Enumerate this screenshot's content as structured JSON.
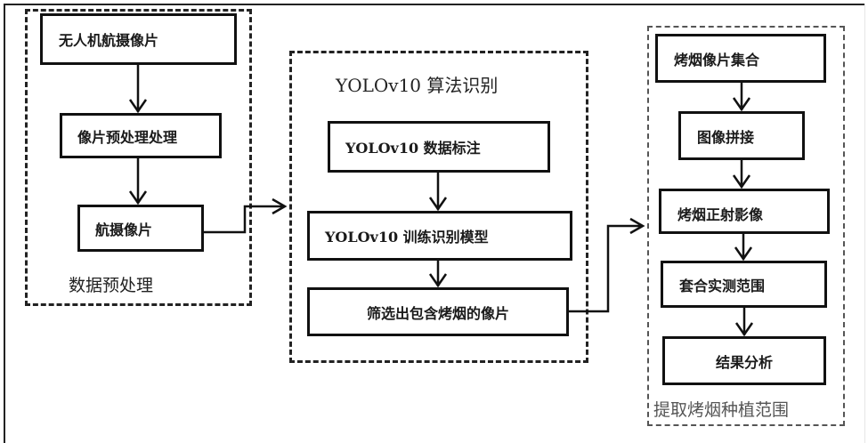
{
  "diagram": {
    "groups": [
      {
        "id": "preprocess",
        "label": "数据预处理",
        "steps": [
          "无人机航摄像片",
          "像片预处理处理",
          "航摄像片"
        ]
      },
      {
        "id": "yolo",
        "label": "YOLOv10 算法识别",
        "steps": [
          "YOLOv10 数据标注",
          "YOLOv10 训练识别模型",
          "筛选出包含烤烟的像片"
        ]
      },
      {
        "id": "extract",
        "label": "提取烤烟种植范围",
        "steps": [
          "烤烟像片集合",
          "图像拼接",
          "烤烟正射影像",
          "套合实测范围",
          "结果分析"
        ]
      }
    ],
    "flows": [
      {
        "from": "无人机航摄像片",
        "to": "像片预处理处理"
      },
      {
        "from": "像片预处理处理",
        "to": "航摄像片"
      },
      {
        "from": "航摄像片",
        "to": "YOLOv10 算法识别"
      },
      {
        "from": "YOLOv10 数据标注",
        "to": "YOLOv10 训练识别模型"
      },
      {
        "from": "YOLOv10 训练识别模型",
        "to": "筛选出包含烤烟的像片"
      },
      {
        "from": "筛选出包含烤烟的像片",
        "to": "提取烤烟种植范围"
      },
      {
        "from": "烤烟像片集合",
        "to": "图像拼接"
      },
      {
        "from": "图像拼接",
        "to": "烤烟正射影像"
      },
      {
        "from": "烤烟正射影像",
        "to": "套合实测范围"
      },
      {
        "from": "套合实测范围",
        "to": "结果分析"
      }
    ],
    "colors": {
      "line": "#111111",
      "group_label_gray": "#555555"
    }
  }
}
